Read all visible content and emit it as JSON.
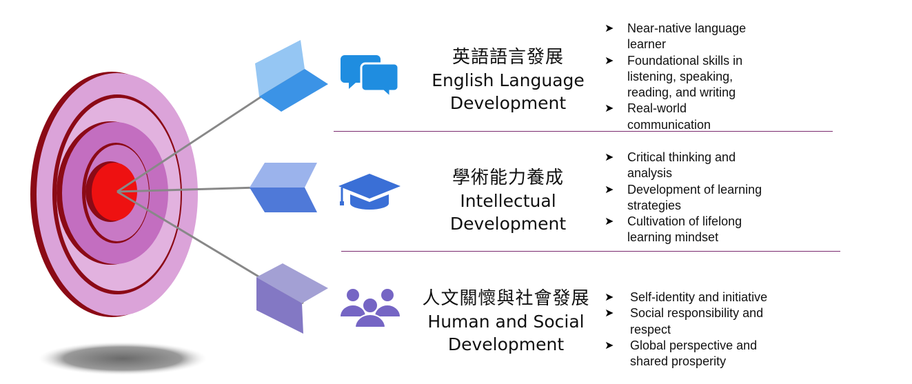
{
  "sections": [
    {
      "title_zh": "英語語言發展",
      "title_en_1": "English Language",
      "title_en_2": "Development",
      "icon": "speech-bubbles-icon",
      "bullets": [
        "Near-native language learner",
        "Foundational skills in listening, speaking, reading, and writing",
        "Real-world communication"
      ]
    },
    {
      "title_zh": "學術能力養成",
      "title_en_1": "Intellectual",
      "title_en_2": "Development",
      "icon": "graduation-cap-icon",
      "bullets": [
        "Critical thinking and analysis",
        "Development of learning strategies",
        "Cultivation of lifelong learning mindset"
      ]
    },
    {
      "title_zh": "人文關懷與社會發展",
      "title_en_1": "Human and Social",
      "title_en_2": "Development",
      "icon": "people-group-icon",
      "bullets": [
        "Self-identity and initiative",
        "Social responsibility and respect",
        "Global perspective and shared prosperity"
      ]
    }
  ],
  "colors": {
    "target_outer": "#dba3d9",
    "target_middle": "#c36ec0",
    "target_bullseye": "#ee1111",
    "target_edge": "#8b0a16",
    "arrow_1": "#3b93e6",
    "arrow_2": "#4f79d8",
    "arrow_3": "#8378c4",
    "divider": "#7a2a6e"
  }
}
